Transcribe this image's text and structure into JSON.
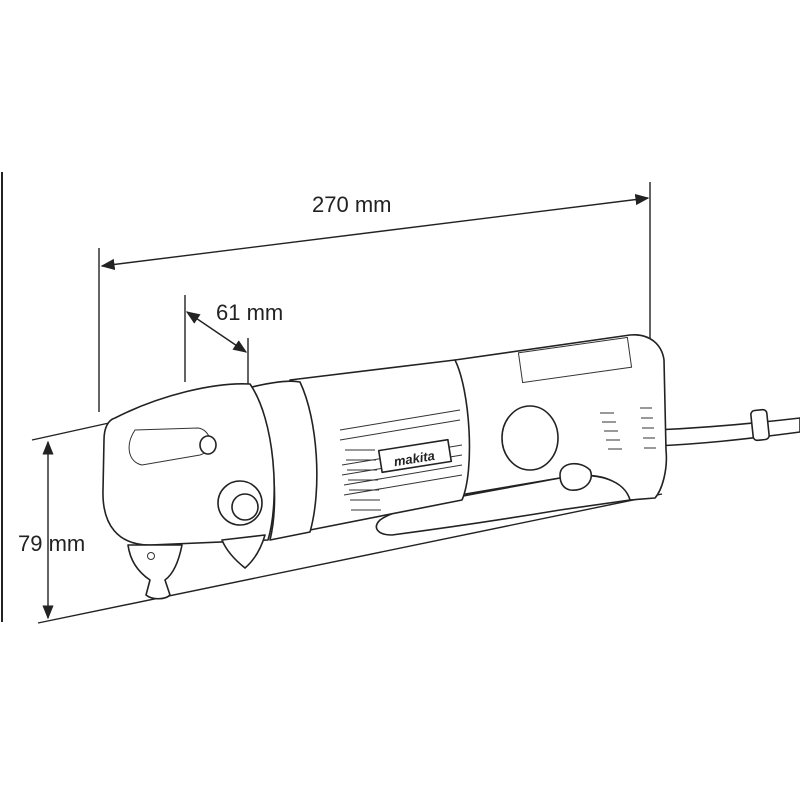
{
  "product": {
    "brand_logo": "makita"
  },
  "dimensions": {
    "length": "270 mm",
    "head_offset": "61 mm",
    "height": "79 mm"
  }
}
